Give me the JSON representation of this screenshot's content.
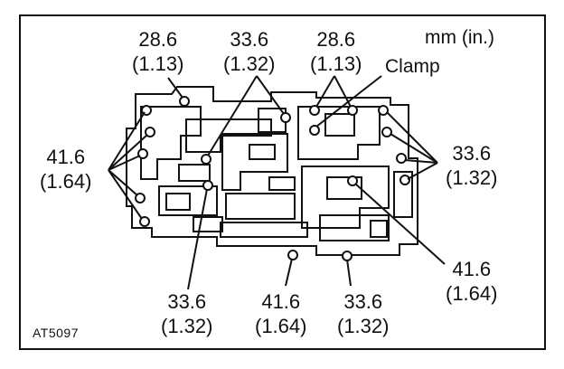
{
  "units": "mm (in.)",
  "figure_id": "AT5097",
  "clamp_label": "Clamp",
  "callouts": [
    {
      "id": "top-left-28",
      "value": "28.6",
      "inch": "(1.13)"
    },
    {
      "id": "top-mid-33",
      "value": "33.6",
      "inch": "(1.32)"
    },
    {
      "id": "top-right-28",
      "value": "28.6",
      "inch": "(1.13)"
    },
    {
      "id": "left-41",
      "value": "41.6",
      "inch": "(1.64)"
    },
    {
      "id": "right-33",
      "value": "33.6",
      "inch": "(1.32)"
    },
    {
      "id": "right-41",
      "value": "41.6",
      "inch": "(1.64)"
    },
    {
      "id": "bottom-left-33",
      "value": "33.6",
      "inch": "(1.32)"
    },
    {
      "id": "bottom-mid-41",
      "value": "41.6",
      "inch": "(1.64)"
    },
    {
      "id": "bottom-right-33",
      "value": "33.6",
      "inch": "(1.32)"
    }
  ],
  "colors": {
    "ink": "#111111",
    "paper": "#ffffff"
  }
}
